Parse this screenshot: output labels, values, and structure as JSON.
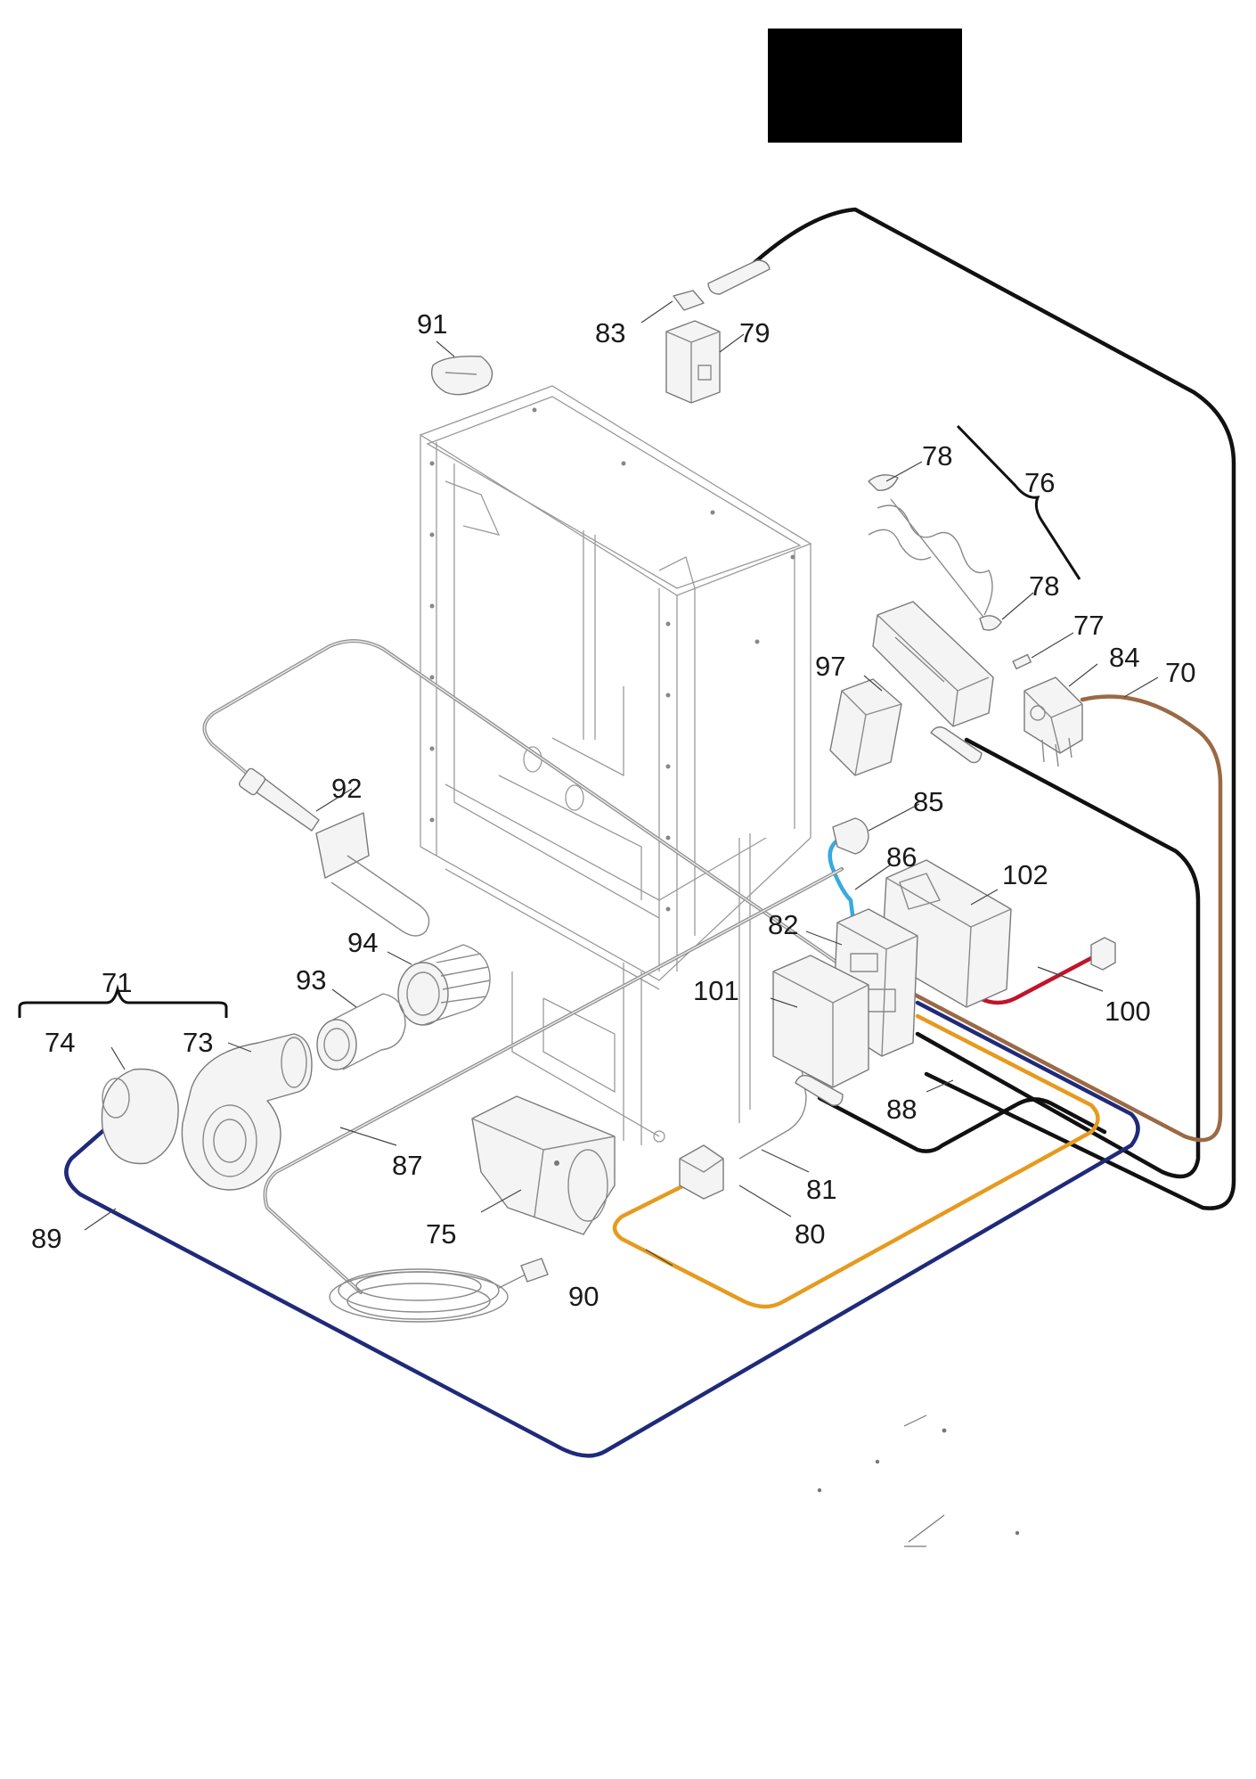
{
  "labels": {
    "l70": "70",
    "l71": "71",
    "l73": "73",
    "l74": "74",
    "l75": "75",
    "l76": "76",
    "l77": "77",
    "l78a": "78",
    "l78b": "78",
    "l79": "79",
    "l80": "80",
    "l81": "81",
    "l82": "82",
    "l83": "83",
    "l84": "84",
    "l85": "85",
    "l86": "86",
    "l87": "87",
    "l88": "88",
    "l89": "89",
    "l90": "90",
    "l91": "91",
    "l92": "92",
    "l93": "93",
    "l94": "94",
    "l97": "97",
    "l100": "100",
    "l101": "101",
    "l102": "102"
  },
  "wire_colors": {
    "black": "#111111",
    "brown": "#9a6a44",
    "red": "#c0142a",
    "blue": "#1f2a7a",
    "orange": "#e69a1e",
    "light_blue": "#3aa9e0",
    "gray": "#8c8c8c"
  }
}
